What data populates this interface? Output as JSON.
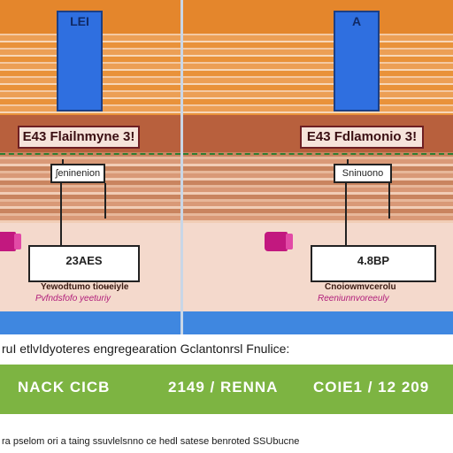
{
  "left_panel": {
    "card_label": "LEI",
    "title": "E43 Flailnmyne 3!",
    "small_label": "ʃeninenion",
    "value": "23AES",
    "caption": "Yewodtumo tioʉeiyle",
    "caption_magenta": "Pvfndsfofo yeeturiy"
  },
  "right_panel": {
    "card_label": "A",
    "title": "E43 Fdlamonio 3!",
    "small_label": "Sninuono",
    "value": "4.8BP",
    "caption": "Cnoiowmvcerolu",
    "caption_magenta": "Reeniunnvoreeuly"
  },
  "heading": "ruI etlvIdyoteres engregearation Gclantonrsl Fnulice:",
  "green_bar": {
    "items": [
      "NACK CICB",
      "2149 / RENNA",
      "COIE1 / 12 209"
    ]
  },
  "footer": "ra pselom ori a taing   ssuvlelsnno   ce hedl satese   benroted   SSUbucne",
  "colors": {
    "blue_accent": "#2f6fe0",
    "green_bar": "#7db442",
    "orange": "#e4862c",
    "magenta": "#c2187f"
  }
}
